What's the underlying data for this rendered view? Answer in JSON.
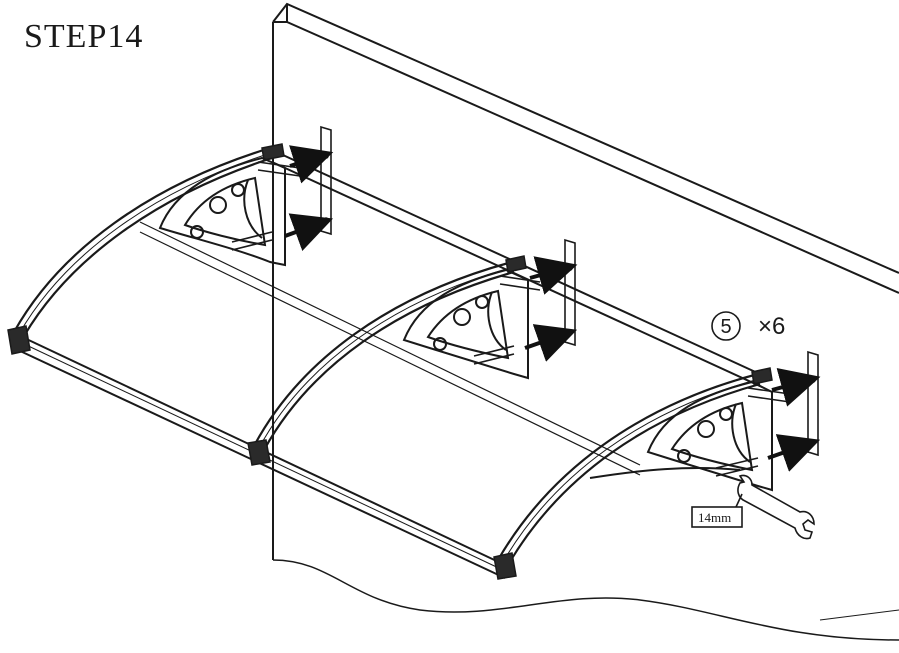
{
  "step": {
    "title": "STEP14"
  },
  "part_callout": {
    "number": "5",
    "quantity": "×6"
  },
  "tool": {
    "label": "14mm",
    "icon": "wrench-icon"
  },
  "colors": {
    "line": "#1a1a1a",
    "fill_dark": "#2a2a2a",
    "arrow": "#111111",
    "background": "#ffffff"
  }
}
